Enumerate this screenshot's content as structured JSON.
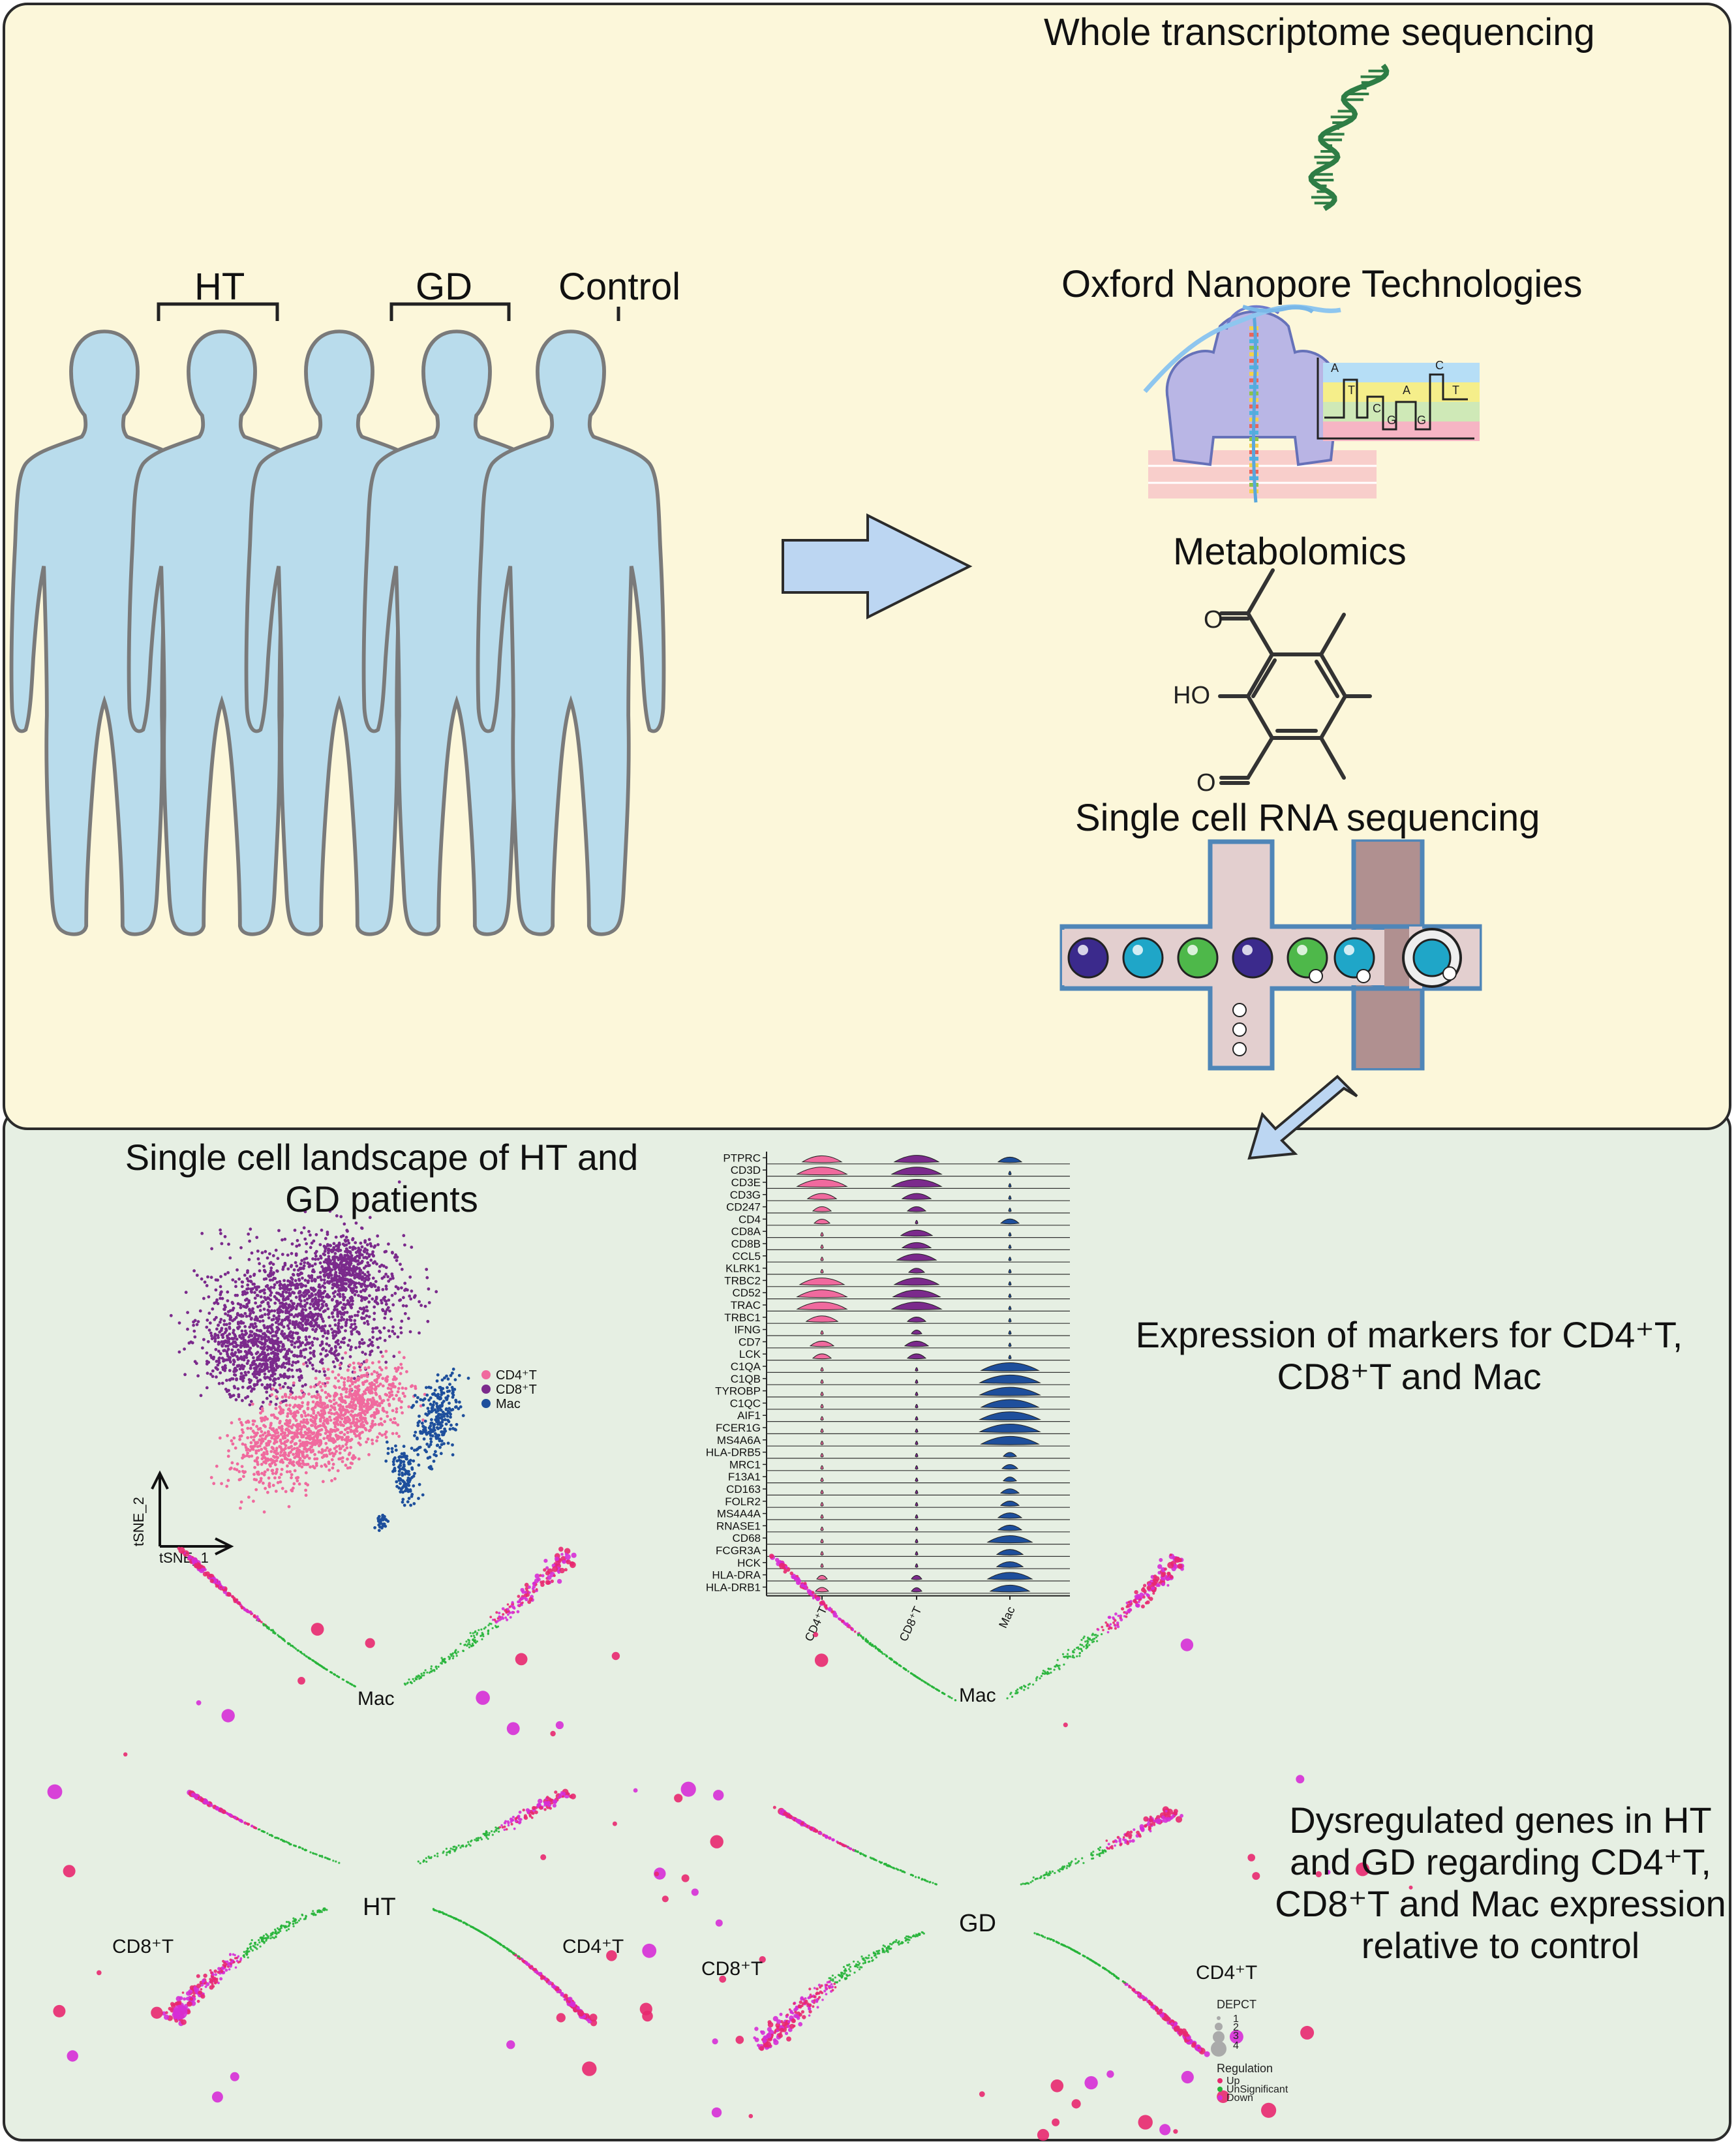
{
  "groups": {
    "ht": "HT",
    "gd": "GD",
    "control": "Control"
  },
  "methods": {
    "wts": "Whole transcriptome sequencing",
    "ont": "Oxford Nanopore Technologies",
    "ont_bases": [
      "A",
      "T",
      "C",
      "G",
      "A",
      "G",
      "C",
      "T"
    ],
    "metabolomics": "Metabolomics",
    "chem_labels": [
      "O",
      "HO",
      "O"
    ],
    "scrna": "Single cell RNA sequencing"
  },
  "landscape": {
    "title": "Single cell landscape of HT and GD  patients",
    "legend": [
      "CD4⁺T",
      "CD8⁺T",
      "Mac"
    ],
    "axis_y": "tSNE_2",
    "axis_x": "tSNE_1"
  },
  "violin": {
    "genes": [
      "PTPRC",
      "CD3D",
      "CD3E",
      "CD3G",
      "CD247",
      "CD4",
      "CD8A",
      "CD8B",
      "CCL5",
      "KLRK1",
      "TRBC2",
      "CD52",
      "TRAC",
      "TRBC1",
      "IFNG",
      "CD7",
      "LCK",
      "C1QA",
      "C1QB",
      "TYROBP",
      "C1QC",
      "AIF1",
      "FCER1G",
      "MS4A6A",
      "HLA-DRB5",
      "MRC1",
      "F13A1",
      "CD163",
      "FOLR2",
      "MS4A4A",
      "RNASE1",
      "CD68",
      "FCGR3A",
      "HCK",
      "HLA-DRA",
      "HLA-DRB1"
    ],
    "clusters": [
      "CD4⁺T",
      "CD8⁺T",
      "Mac"
    ]
  },
  "markers_text": "Expression of markers for CD4⁺T, CD8⁺T and Mac",
  "dysreg_text": "Dysregulated genes in HT and GD regarding CD4⁺T, CD8⁺T and Mac expression relative to control",
  "volcano_ht": {
    "center": "HT",
    "top": "Mac",
    "left": "CD8⁺T",
    "right": "CD4⁺T"
  },
  "volcano_gd": {
    "center": "GD",
    "top": "Mac",
    "left": "CD8⁺T",
    "right": "CD4⁺T"
  },
  "volcano_legend": {
    "size_title": "DEPCT",
    "sizes": [
      "1",
      "2",
      "3",
      "4"
    ],
    "reg_title": "Regulation",
    "reg": [
      "Up",
      "UnSignificant",
      "Down"
    ]
  },
  "colors": {
    "cd4": "#f06a9e",
    "cd8": "#7b2a8c",
    "mac": "#1e4f9c",
    "up": "#e8286f",
    "unsig": "#27b43a",
    "down": "#d62ed6",
    "body": "#b9dcec",
    "dna": "#2e7d45",
    "arrow": "#bcd6f2"
  }
}
